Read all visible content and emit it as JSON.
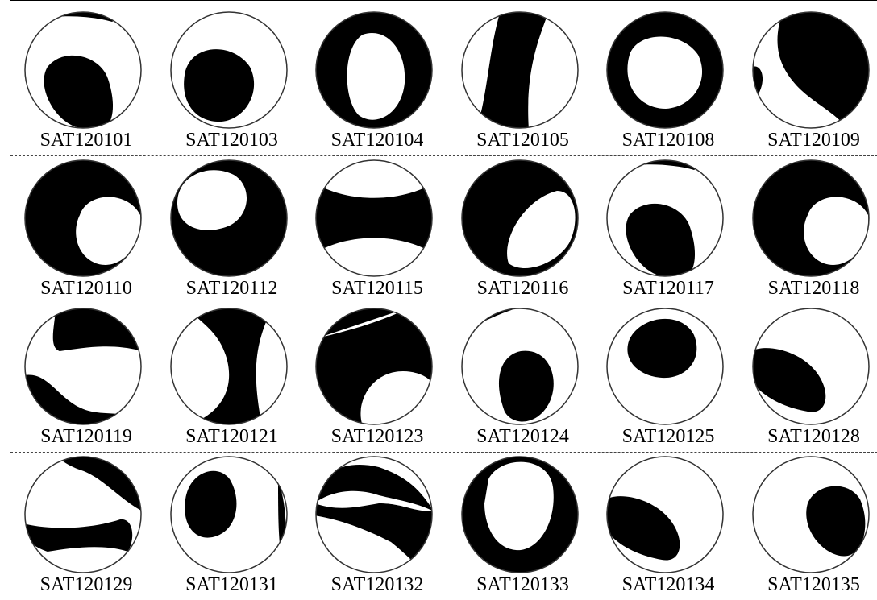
{
  "events": [
    {
      "id": "SAT120101",
      "shape": "blob-bottom-left"
    },
    {
      "id": "SAT120103",
      "shape": "blob-center-left"
    },
    {
      "id": "SAT120104",
      "shape": "ring-thick"
    },
    {
      "id": "SAT120105",
      "shape": "vertical-band"
    },
    {
      "id": "SAT120108",
      "shape": "ring-even"
    },
    {
      "id": "SAT120109",
      "shape": "band-right"
    },
    {
      "id": "SAT120110",
      "shape": "ring-offset-left"
    },
    {
      "id": "SAT120112",
      "shape": "ring-offset-right"
    },
    {
      "id": "SAT120115",
      "shape": "hourglass-horizontal"
    },
    {
      "id": "SAT120116",
      "shape": "ring-diagonal"
    },
    {
      "id": "SAT120117",
      "shape": "blob-bottom-left"
    },
    {
      "id": "SAT120118",
      "shape": "ring-offset-left"
    },
    {
      "id": "SAT120119",
      "shape": "two-lobes-left"
    },
    {
      "id": "SAT120121",
      "shape": "hourglass-vertical"
    },
    {
      "id": "SAT120123",
      "shape": "band-diagonal"
    },
    {
      "id": "SAT120124",
      "shape": "blob-right"
    },
    {
      "id": "SAT120125",
      "shape": "blob-upper"
    },
    {
      "id": "SAT120128",
      "shape": "blob-lower-left"
    },
    {
      "id": "SAT120129",
      "shape": "two-bands"
    },
    {
      "id": "SAT120131",
      "shape": "blob-left-strip"
    },
    {
      "id": "SAT120132",
      "shape": "band-upper"
    },
    {
      "id": "SAT120133",
      "shape": "ring-top-open"
    },
    {
      "id": "SAT120134",
      "shape": "blob-lower-left"
    },
    {
      "id": "SAT120135",
      "shape": "blob-right-upper"
    }
  ],
  "colors": {
    "compressional": "#000000",
    "dilatational": "#ffffff",
    "outline": "#333333"
  }
}
